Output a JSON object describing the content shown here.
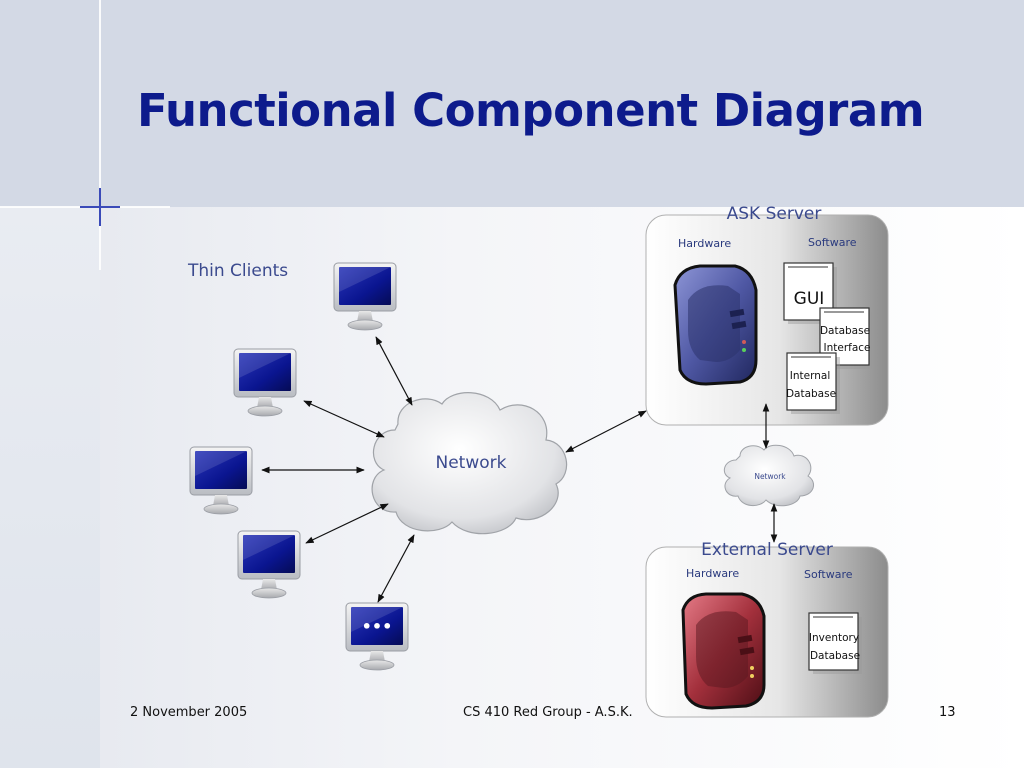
{
  "slide": {
    "title": "Functional Component Diagram"
  },
  "diagram": {
    "thin_clients_label": "Thin Clients",
    "main_network_label": "Network",
    "ask_server": {
      "title": "ASK Server",
      "hardware_label": "Hardware",
      "software_label": "Software",
      "docs": {
        "gui": "GUI",
        "db_interface_line1": "Database",
        "db_interface_line2": "Interface",
        "internal_db_line1": "Internal",
        "internal_db_line2": "Database"
      }
    },
    "small_network_label": "Network",
    "external_server": {
      "title": "External Server",
      "hardware_label": "Hardware",
      "software_label": "Software",
      "docs": {
        "inventory_line1": "Inventory",
        "inventory_line2": "Database"
      }
    },
    "terminal_screen_text": "•••"
  },
  "footer": {
    "date": "2 November 2005",
    "course": "CS 410 Red Group - A.S.K.",
    "page_number": "13"
  },
  "colors": {
    "title": "#0d1b8c",
    "client_screen": "#0a1590",
    "ask_server_body": "#4f58a4",
    "external_server_body": "#a3303c",
    "panel_gradient_start": "#ffffff",
    "panel_gradient_end": "#8a8a8a"
  }
}
